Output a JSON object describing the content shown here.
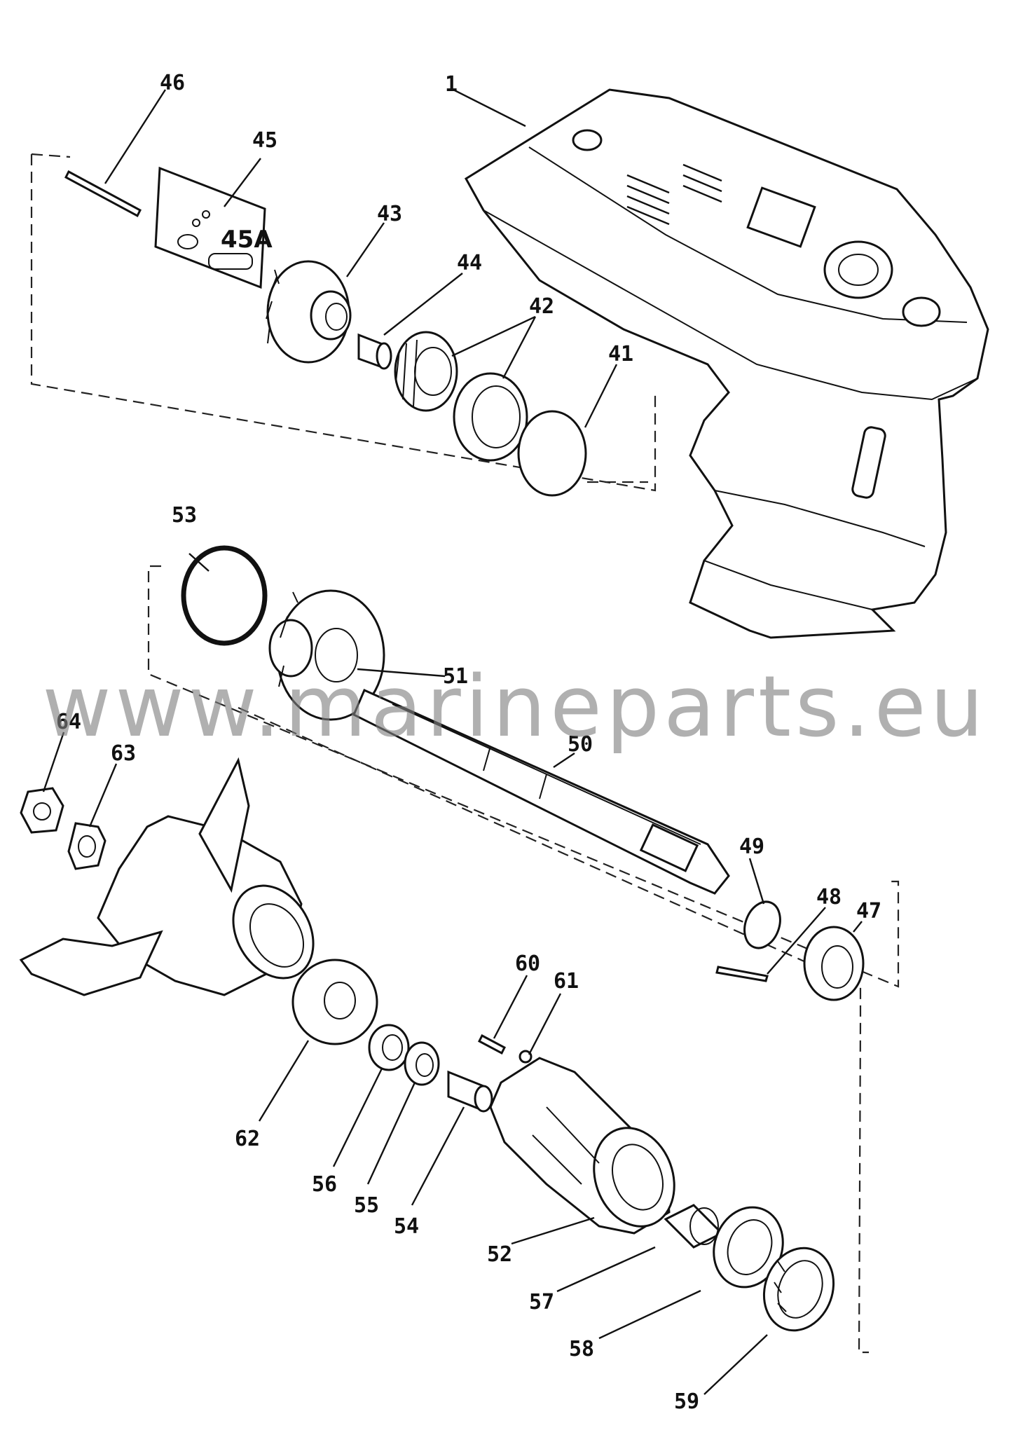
{
  "diagram": {
    "callouts": {
      "c1": "1",
      "c41": "41",
      "c42": "42",
      "c43": "43",
      "c44": "44",
      "c45": "45",
      "c45a": "45A",
      "c46": "46",
      "c47": "47",
      "c48": "48",
      "c49": "49",
      "c50": "50",
      "c51": "51",
      "c52": "52",
      "c53": "53",
      "c54": "54",
      "c55": "55",
      "c56": "56",
      "c57": "57",
      "c58": "58",
      "c59": "59",
      "c60": "60",
      "c61": "61",
      "c62": "62",
      "c63": "63",
      "c64": "64"
    }
  },
  "watermark": "www.marineparts.eu"
}
